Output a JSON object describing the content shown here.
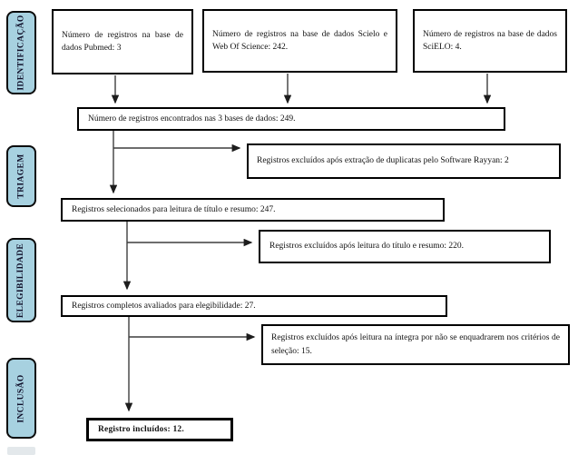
{
  "colors": {
    "background": "#ffffff",
    "stage_fill": "#a7d1e0",
    "box_border": "#000000",
    "connector": "#3d3d3d"
  },
  "stages": [
    {
      "id": "identificacao",
      "label": "IDENTIFICAÇÃO"
    },
    {
      "id": "triagem",
      "label": "TRIAGEM"
    },
    {
      "id": "elegibilidade",
      "label": "ELEGIBILIDADE"
    },
    {
      "id": "inclusao",
      "label": "INCLUSÃO"
    }
  ],
  "boxes": {
    "source_pubmed": "Número de registros na base de dados Pubmed: 3",
    "source_scielo_wos": "Número de registros na base de dados Scielo e Web Of Science: 242.",
    "source_scielo": "Número de registros na base de dados SciELO: 4.",
    "total_found": "Número de registros encontrados nas 3 bases de dados: 249.",
    "excluded_duplicates": "Registros excluídos após extração de duplicatas pelo Software Rayyan: 2",
    "selected_title_abstract": "Registros selecionados para leitura de título e resumo: 247.",
    "excluded_title_abstract": "Registros excluídos após leitura do título e resumo: 220.",
    "assessed_eligibility": "Registros completos avaliados para elegibilidade: 27.",
    "excluded_full_text": "Registros excluídos após leitura na íntegra por não se enquadrarem nos critérios de seleção: 15.",
    "included": "Registro incluídos: 12."
  },
  "counts": {
    "pubmed": 3,
    "scielo_web_of_science": 242,
    "scielo": 4,
    "total_found": 249,
    "duplicates_excluded": 2,
    "title_abstract_selected": 247,
    "title_abstract_excluded": 220,
    "full_text_assessed": 27,
    "full_text_excluded": 15,
    "included": 12
  }
}
